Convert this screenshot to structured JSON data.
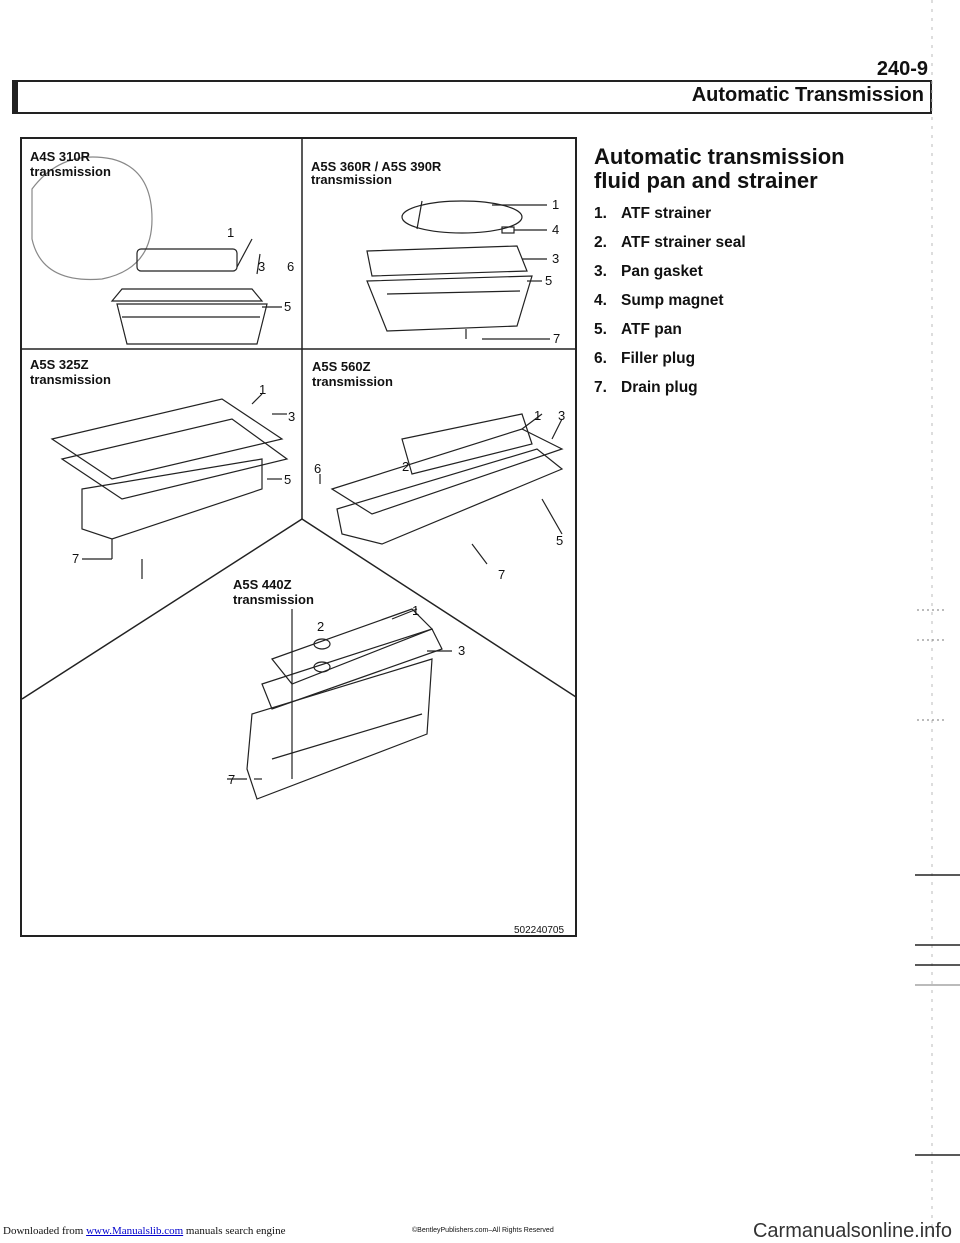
{
  "header": {
    "page_number": "240-9",
    "title": "Automatic Transmission"
  },
  "figure": {
    "panels": [
      {
        "label_line1": "A4S 310R",
        "label_line2": "transmission"
      },
      {
        "label_line1": "A5S 360R / A5S 390R",
        "label_line2": "transmission"
      },
      {
        "label_line1": "A5S 325Z",
        "label_line2": "transmission"
      },
      {
        "label_line1": "A5S 560Z",
        "label_line2": "transmission"
      },
      {
        "label_line1": "A5S 440Z",
        "label_line2": "transmission"
      }
    ],
    "callouts": [
      "1",
      "2",
      "3",
      "4",
      "5",
      "6",
      "7"
    ],
    "figure_id": "502240705"
  },
  "section": {
    "title": "Automatic transmission fluid pan and strainer",
    "items": [
      {
        "num": "1.",
        "text": "ATF strainer"
      },
      {
        "num": "2.",
        "text": "ATF strainer seal"
      },
      {
        "num": "3.",
        "text": "Pan gasket"
      },
      {
        "num": "4.",
        "text": "Sump magnet"
      },
      {
        "num": "5.",
        "text": "ATF pan"
      },
      {
        "num": "6.",
        "text": "Filler plug"
      },
      {
        "num": "7.",
        "text": "Drain plug"
      }
    ]
  },
  "footer": {
    "prefix": "Downloaded from",
    "link": "www.Manualslib.com",
    "suffix": "manuals search engine",
    "copyright": "©BentleyPublishers.com–All Rights Reserved",
    "watermark": "Carmanualsonline.info"
  }
}
